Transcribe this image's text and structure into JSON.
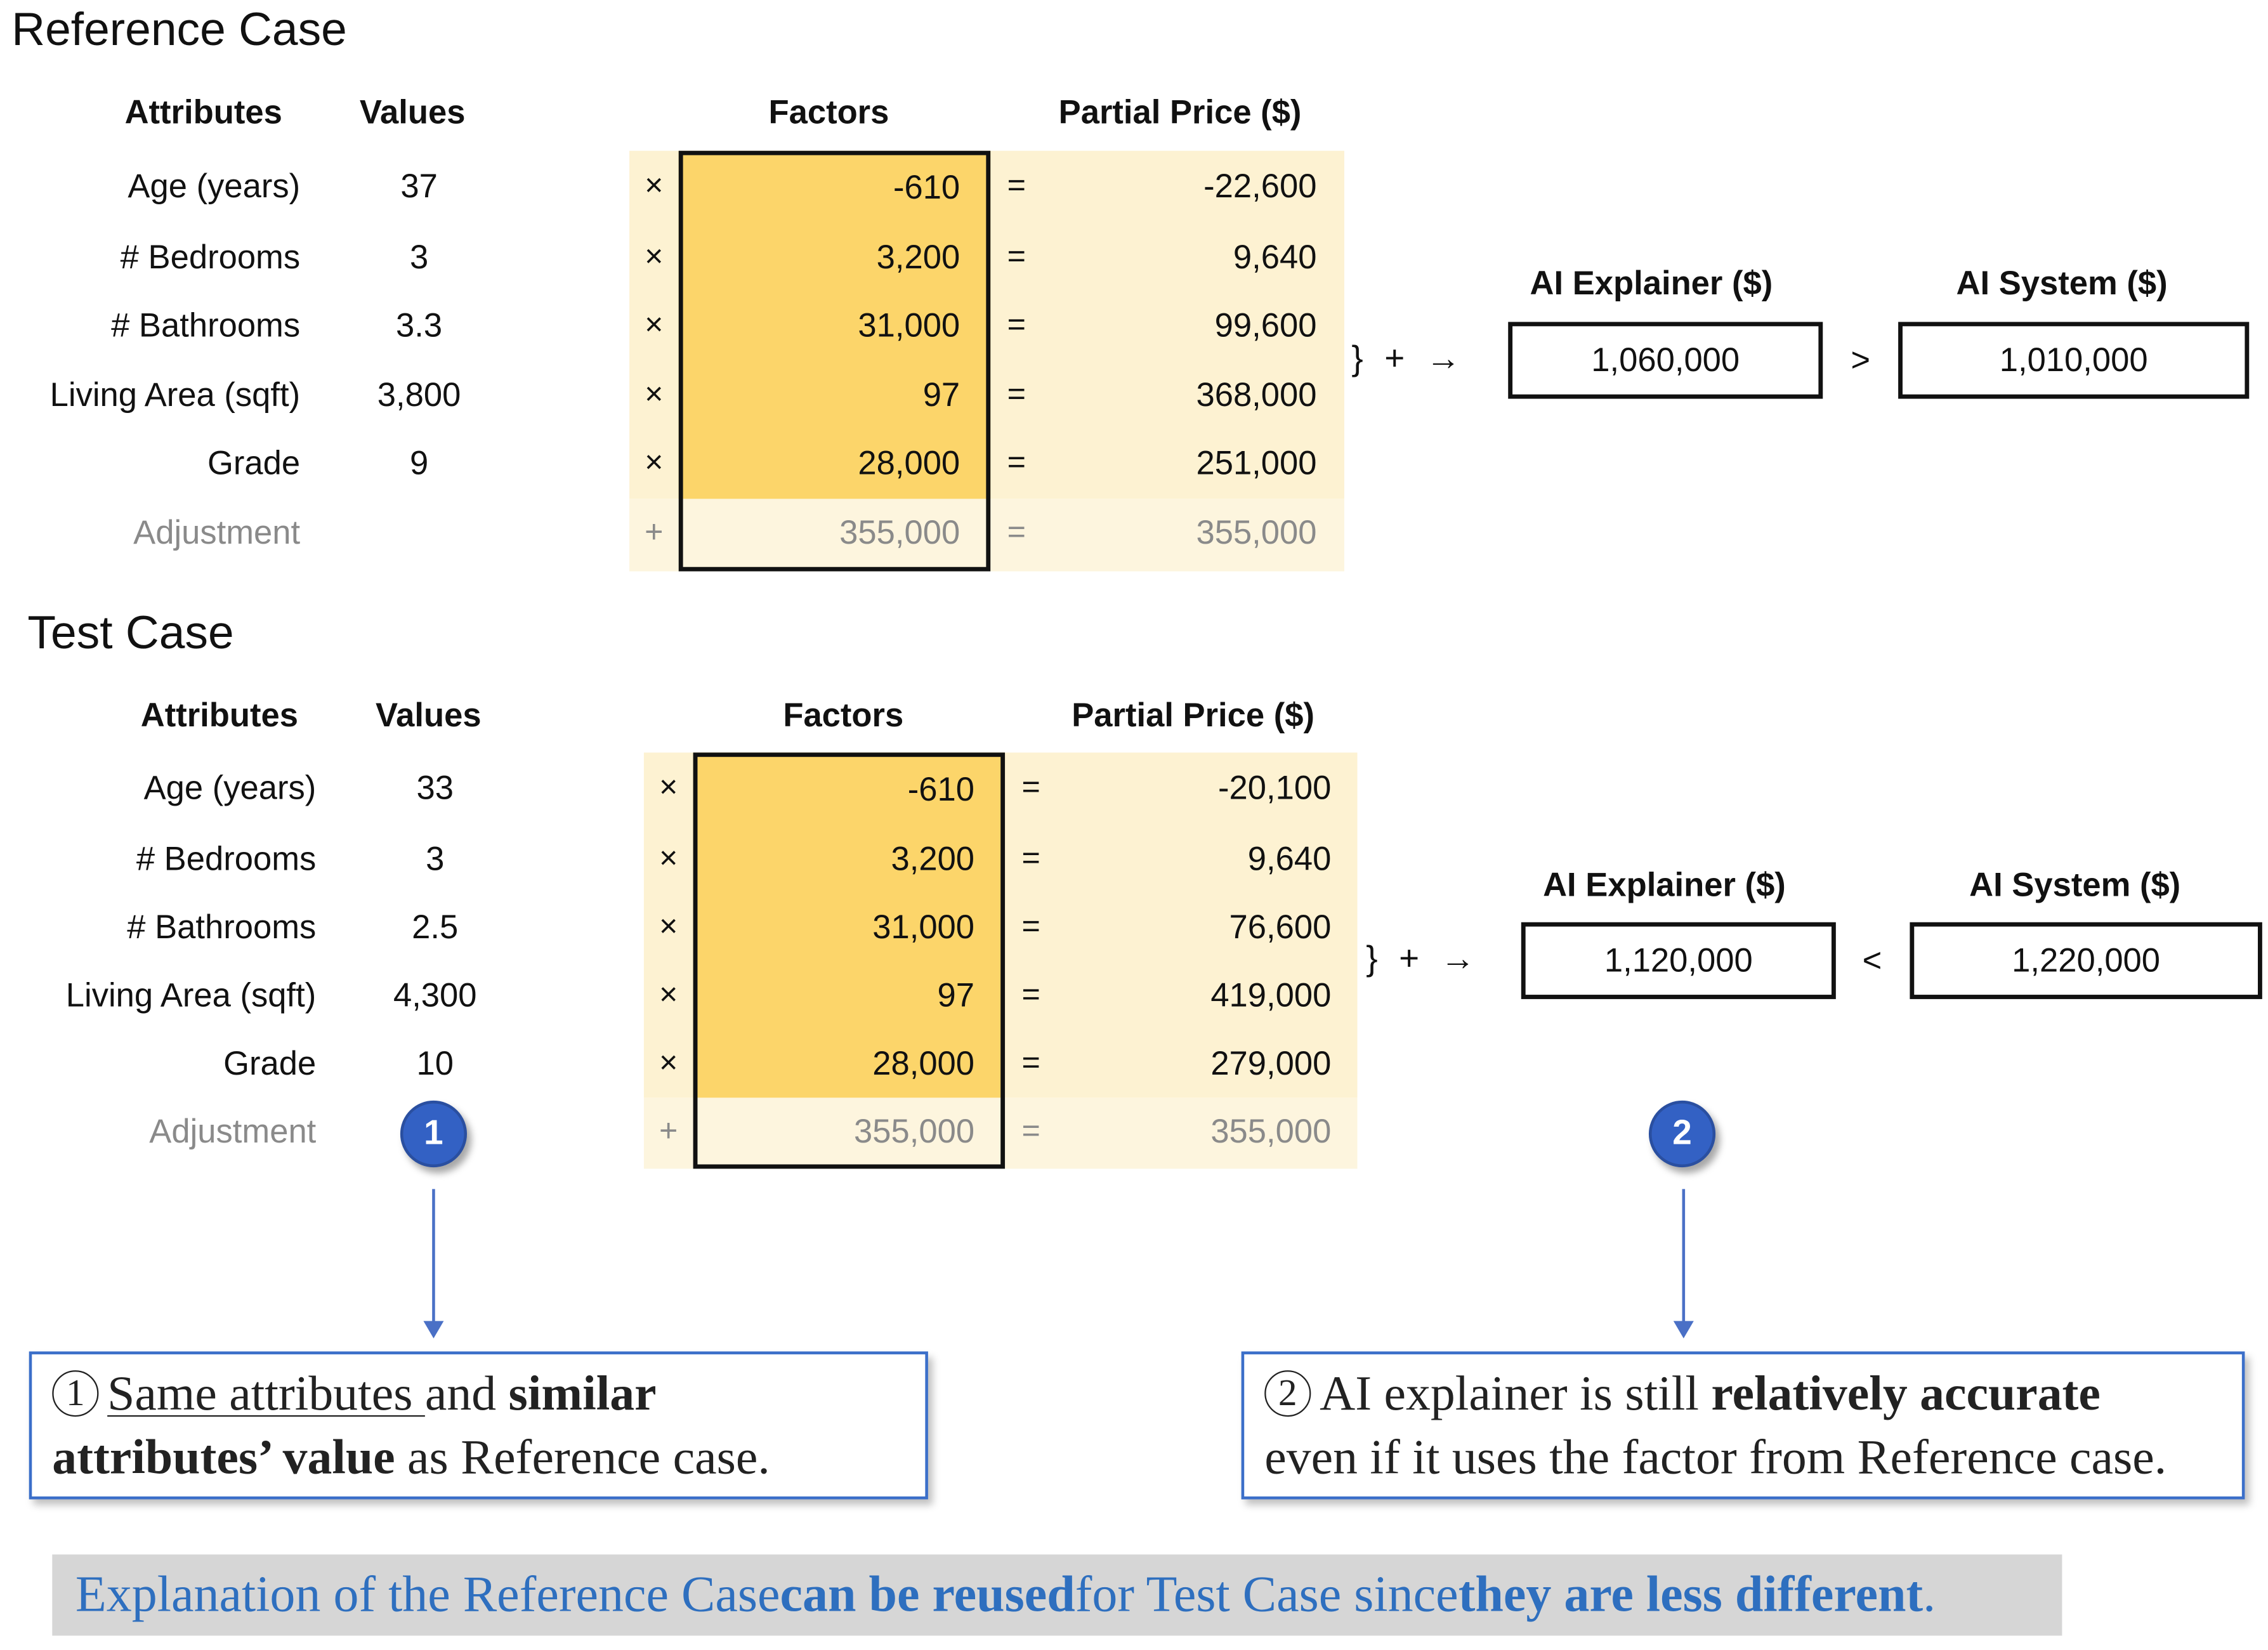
{
  "attribute_labels": [
    "Age (years)",
    "# Bedrooms",
    "# Bathrooms",
    "Living Area (sqft)",
    "Grade",
    "Adjustment"
  ],
  "headers": {
    "attributes": "Attributes",
    "values": "Values",
    "factors": "Factors",
    "partial_price": "Partial Price ($)",
    "ai_explainer": "AI Explainer ($)",
    "ai_system": "AI System ($)"
  },
  "operators": {
    "times": "×",
    "plus": "+",
    "equals": "=",
    "brace_sum": "} + →"
  },
  "reference": {
    "title": "Reference Case",
    "values": [
      "37",
      "3",
      "3.3",
      "3,800",
      "9",
      ""
    ],
    "factors": [
      "-610",
      "3,200",
      "31,000",
      "97",
      "28,000",
      "355,000"
    ],
    "partials": [
      "-22,600",
      "9,640",
      "99,600",
      "368,000",
      "251,000",
      "355,000"
    ],
    "explainer": "1,060,000",
    "comparison": ">",
    "system": "1,010,000"
  },
  "test": {
    "title": "Test Case",
    "values": [
      "33",
      "3",
      "2.5",
      "4,300",
      "10",
      ""
    ],
    "factors": [
      "-610",
      "3,200",
      "31,000",
      "97",
      "28,000",
      "355,000"
    ],
    "partials": [
      "-20,100",
      "9,640",
      "76,600",
      "419,000",
      "279,000",
      "355,000"
    ],
    "explainer": "1,120,000",
    "comparison": "<",
    "system": "1,220,000"
  },
  "markers": [
    "1",
    "2"
  ],
  "note1": {
    "num": "1",
    "p1": "Same attributes ",
    "p2": "and ",
    "p3": "similar",
    "p4": "attributes’ value",
    "p5": " as Reference case."
  },
  "note2": {
    "num": "2",
    "p1": "AI explainer is still ",
    "p2": "relatively accurate",
    "p3": "even if it uses the factor from Reference case."
  },
  "footer": {
    "p1": "Explanation of the Reference Case ",
    "p2": "can be reused",
    "p3": " for Test Case since ",
    "p4": "they are less different",
    "p5": "."
  }
}
